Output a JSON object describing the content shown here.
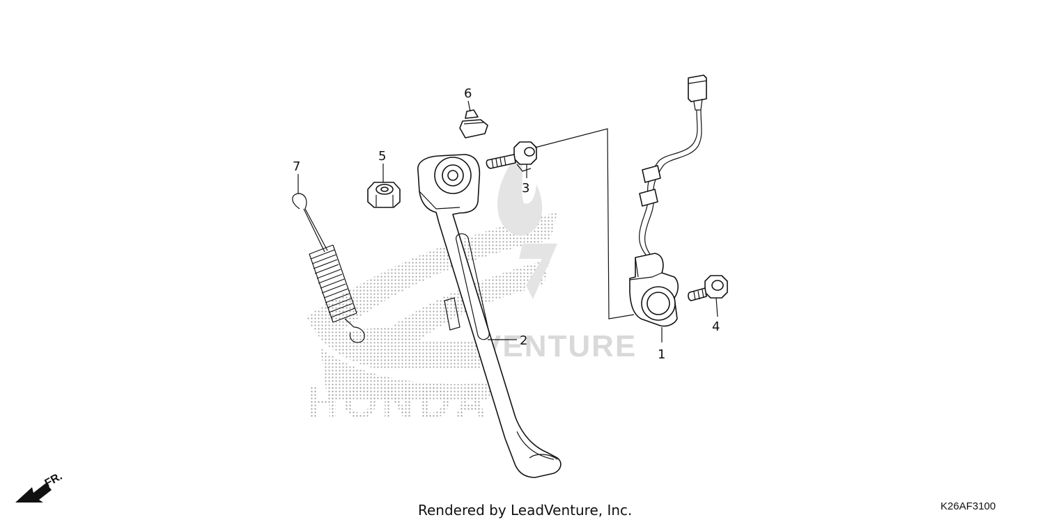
{
  "diagram": {
    "callouts": [
      "1",
      "2",
      "3",
      "4",
      "5",
      "6",
      "7"
    ],
    "direction_label": "FR.",
    "footer_text": "Rendered by LeadVenture, Inc.",
    "diagram_code": "K26AF3100"
  },
  "watermark": {
    "brand_text": "HONDA",
    "vendor_text": "VENTURE",
    "color": "#d0d0d0"
  }
}
